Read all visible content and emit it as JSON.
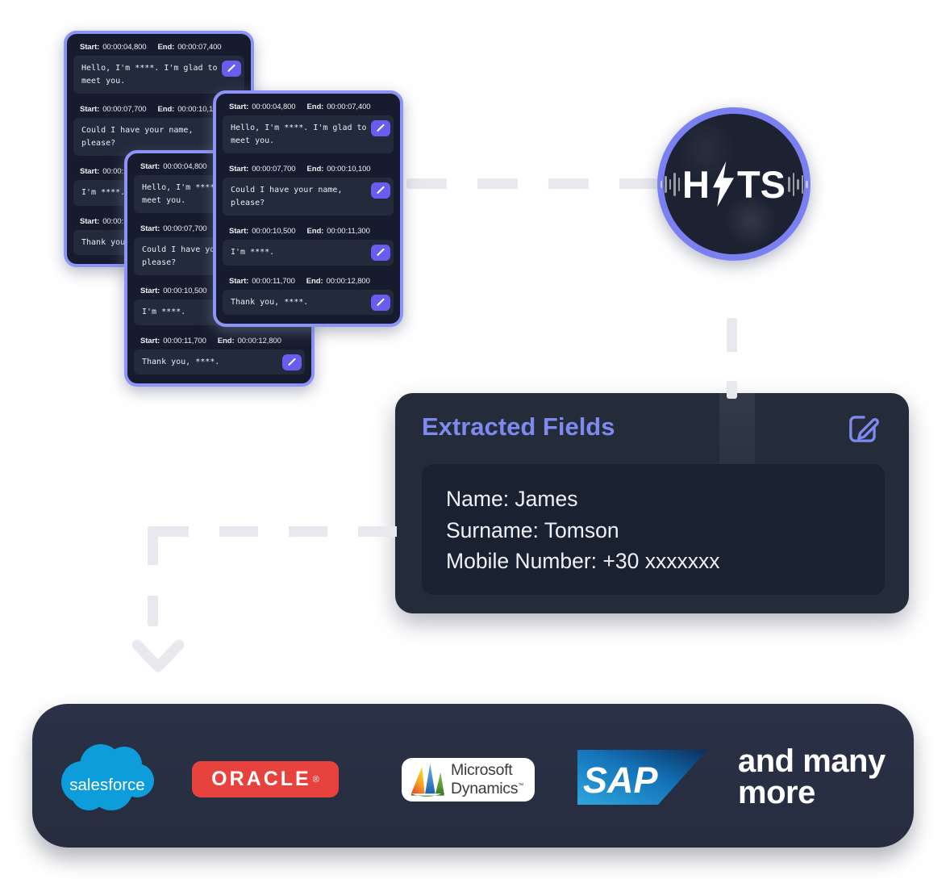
{
  "colors": {
    "accent_purple": "#8d94f8",
    "button_purple": "#6a5cf0",
    "card_bg": "#161c2d",
    "message_bg": "#222a3c",
    "title_purple": "#7f8af0",
    "panel_bg": "#242b39",
    "panel_inner_bg": "#1a2130",
    "dash_gray": "#e8e9ee",
    "bottom_bar_bg": "#292f42",
    "salesforce_blue": "#0d9ddb",
    "oracle_red": "#e8423e",
    "sap_blue_dark": "#0a2f5c",
    "sap_blue_light": "#2ea6de"
  },
  "transcript": {
    "start_label": "Start:",
    "end_label": "End:",
    "card_count": 3,
    "segments": [
      {
        "start": "00:00:04,800",
        "end": "00:00:07,400",
        "text": "Hello, I'm ****. I'm glad to meet you."
      },
      {
        "start": "00:00:07,700",
        "end": "00:00:10,100",
        "text": "Could I have your name, please?"
      },
      {
        "start": "00:00:10,500",
        "end": "00:00:11,300",
        "text": "I'm ****."
      },
      {
        "start": "00:00:11,700",
        "end": "00:00:12,800",
        "text": "Thank you, ****."
      }
    ]
  },
  "hts_logo": {
    "left": "H",
    "right": "TS",
    "icon": "lightning-bolt-icon"
  },
  "extracted_fields": {
    "title": "Extracted Fields",
    "edit_icon": "pencil-square-icon",
    "fields": [
      "Name: James",
      "Surname: Tomson",
      "Mobile Number: +30 xxxxxxx"
    ]
  },
  "integrations": {
    "salesforce_label": "salesforce",
    "oracle_label": "ORACLE",
    "oracle_reg": "®",
    "microsoft_line1": "Microsoft",
    "microsoft_line2": "Dynamics",
    "microsoft_tm": "™",
    "sap_label": "SAP",
    "more_label": "and many more"
  }
}
